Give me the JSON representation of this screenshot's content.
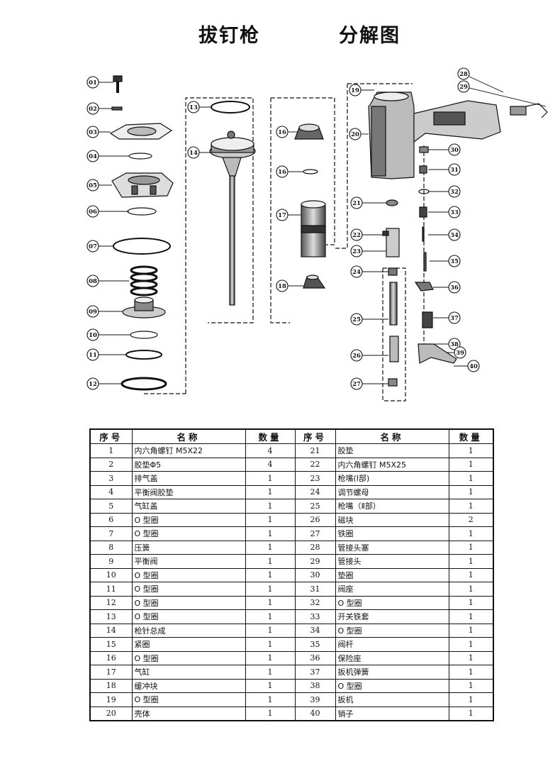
{
  "title_left": "拔钉枪",
  "title_right": "分解图",
  "callouts": [
    "01",
    "02",
    "03",
    "04",
    "05",
    "06",
    "07",
    "08",
    "09",
    "10",
    "11",
    "12",
    "13",
    "14",
    "16",
    "16",
    "17",
    "18",
    "19",
    "20",
    "21",
    "22",
    "23",
    "24",
    "25",
    "26",
    "27",
    "28",
    "29",
    "30",
    "31",
    "32",
    "33",
    "34",
    "35",
    "36",
    "37",
    "38",
    "39",
    "40"
  ],
  "table": {
    "headers": [
      "序号",
      "名称",
      "数量",
      "序号",
      "名称",
      "数量"
    ],
    "rows": [
      [
        "1",
        "内六角螺钉 M5X22",
        "4",
        "21",
        "胶垫",
        "1"
      ],
      [
        "2",
        "胶垫Φ5",
        "4",
        "22",
        "内六角螺钉 M5X25",
        "1"
      ],
      [
        "3",
        "排气盖",
        "1",
        "23",
        "枪嘴(Ⅰ部)",
        "1"
      ],
      [
        "4",
        "平衡阀胶垫",
        "1",
        "24",
        "调节螺母",
        "1"
      ],
      [
        "5",
        "气缸盖",
        "1",
        "25",
        "枪嘴（Ⅱ部）",
        "1"
      ],
      [
        "6",
        "O 型圈",
        "1",
        "26",
        "磁块",
        "2"
      ],
      [
        "7",
        "O 型圈",
        "1",
        "27",
        "铁圈",
        "1"
      ],
      [
        "8",
        "压簧",
        "1",
        "28",
        "管接头塞",
        "1"
      ],
      [
        "9",
        "平衡阀",
        "1",
        "29",
        "管接头",
        "1"
      ],
      [
        "10",
        "O 型圈",
        "1",
        "30",
        "垫圈",
        "1"
      ],
      [
        "11",
        "O 型圈",
        "1",
        "31",
        "阀座",
        "1"
      ],
      [
        "12",
        "O 型圈",
        "1",
        "32",
        "O 型圈",
        "1"
      ],
      [
        "13",
        "O 型圈",
        "1",
        "33",
        "开关铁套",
        "1"
      ],
      [
        "14",
        "枪针总成",
        "1",
        "34",
        "O 型圈",
        "1"
      ],
      [
        "15",
        "紧圈",
        "1",
        "35",
        "阀杆",
        "1"
      ],
      [
        "16",
        "O 型圈",
        "1",
        "36",
        "保险座",
        "1"
      ],
      [
        "17",
        "气缸",
        "1",
        "37",
        "扳机弹簧",
        "1"
      ],
      [
        "18",
        "缓冲块",
        "1",
        "38",
        "O 型圈",
        "1"
      ],
      [
        "19",
        "O 型圈",
        "1",
        "39",
        "扳机",
        "1"
      ],
      [
        "20",
        "壳体",
        "1",
        "40",
        "销子",
        "1"
      ]
    ]
  }
}
